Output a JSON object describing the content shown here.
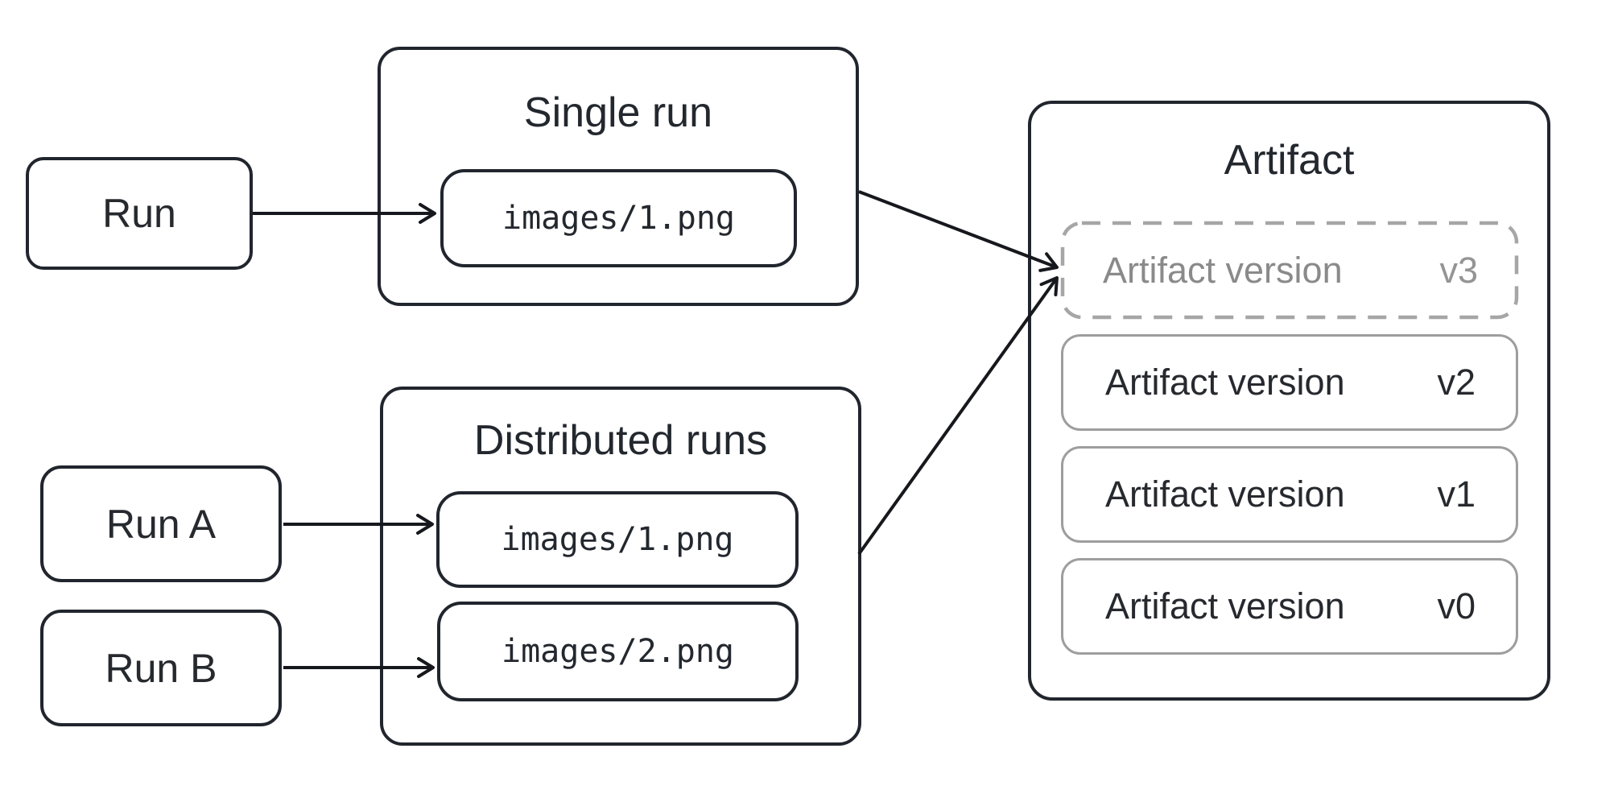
{
  "colors": {
    "stroke_dark": "#21252d",
    "stroke_gray": "#9e9e9e",
    "dash_gray": "#a6a6a6",
    "text_dark": "#26292e",
    "text_gray": "#8a8a8a",
    "arrow": "#16181d",
    "background": "#ffffff"
  },
  "nodes": {
    "run": {
      "label": "Run"
    },
    "run_a": {
      "label": "Run A"
    },
    "run_b": {
      "label": "Run B"
    }
  },
  "groups": {
    "single_run": {
      "title": "Single run",
      "files": [
        {
          "path": "images/1.png"
        }
      ]
    },
    "distributed": {
      "title": "Distributed runs",
      "files": [
        {
          "path": "images/1.png"
        },
        {
          "path": "images/2.png"
        }
      ]
    },
    "artifact": {
      "title": "Artifact",
      "versions": [
        {
          "label": "Artifact version",
          "tag": "v3",
          "state": "pending"
        },
        {
          "label": "Artifact version",
          "tag": "v2",
          "state": "committed"
        },
        {
          "label": "Artifact version",
          "tag": "v1",
          "state": "committed"
        },
        {
          "label": "Artifact version",
          "tag": "v0",
          "state": "committed"
        }
      ]
    }
  },
  "edges": [
    {
      "from": "run",
      "to": "single_run/images/1.png"
    },
    {
      "from": "run_a",
      "to": "distributed/images/1.png"
    },
    {
      "from": "run_b",
      "to": "distributed/images/2.png"
    },
    {
      "from": "single_run-group",
      "to": "artifact-version-v3"
    },
    {
      "from": "distributed-group",
      "to": "artifact-version-v3"
    }
  ]
}
